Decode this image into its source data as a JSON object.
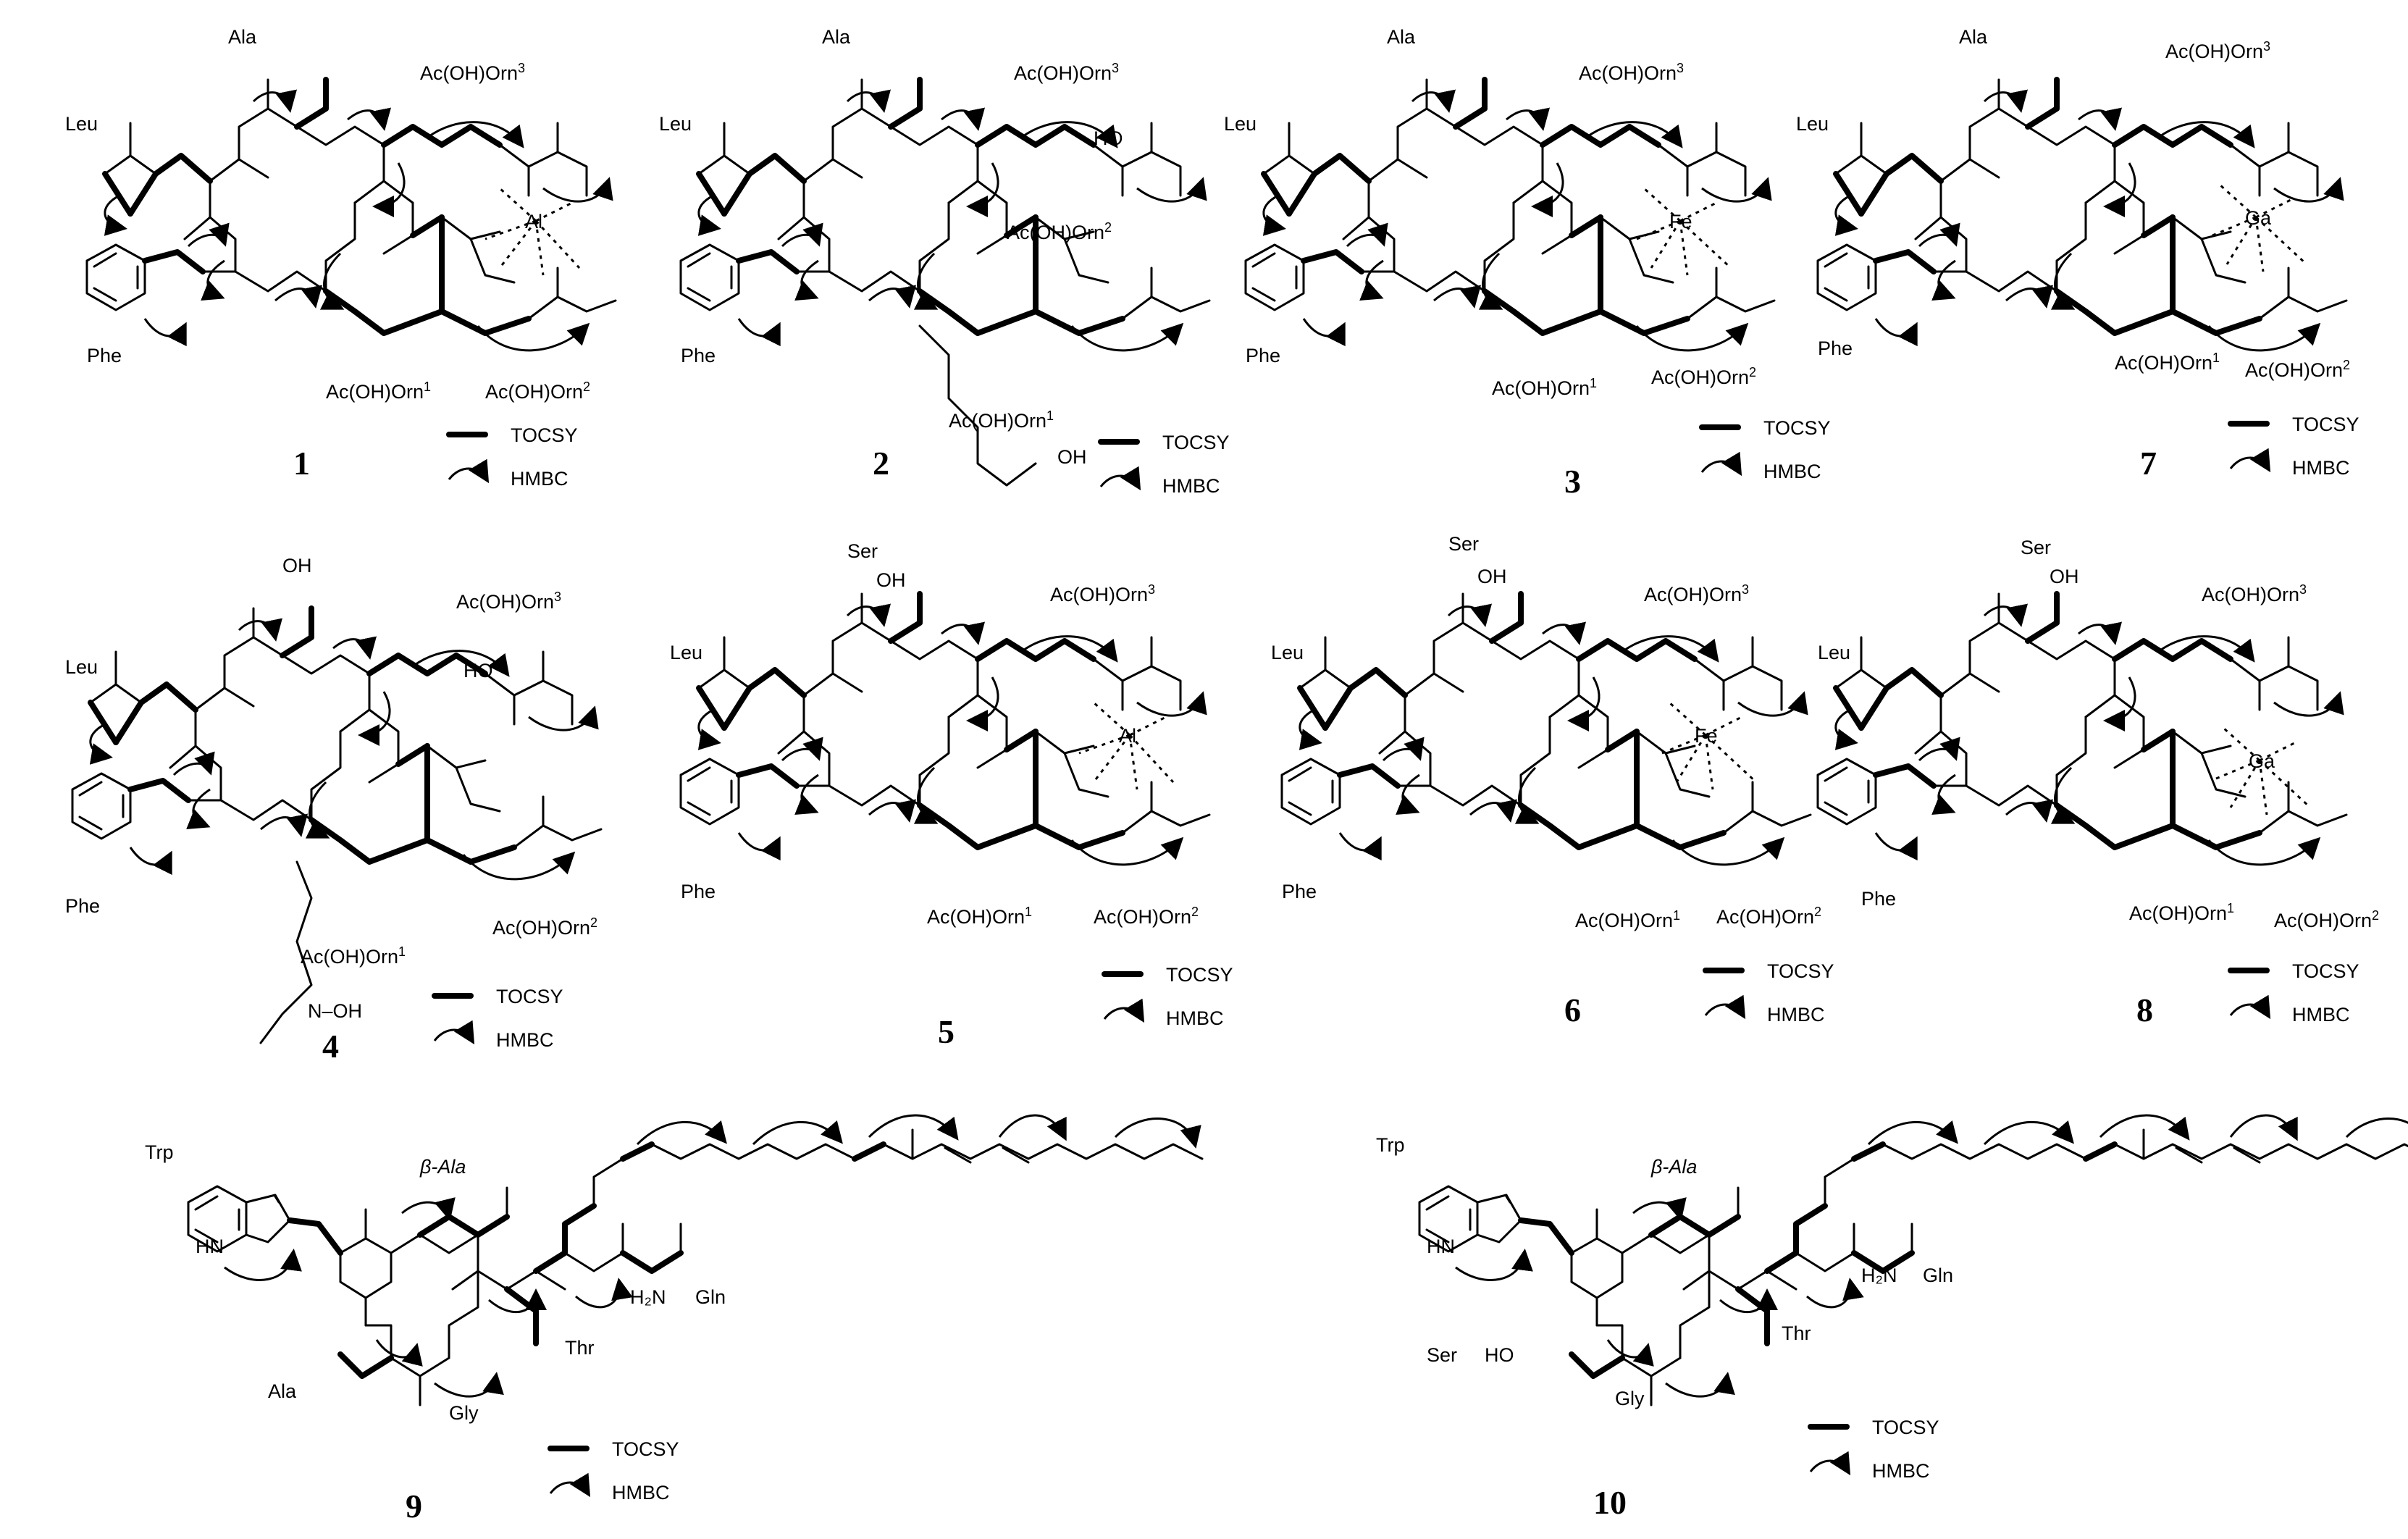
{
  "legend": {
    "tocsy": "TOCSY",
    "hmbc": "HMBC"
  },
  "panels": [
    {
      "id": "p1",
      "number": "1",
      "metal": "Al",
      "residue_top": "Ala",
      "labels": {
        "res_left": "Leu",
        "res_phe": "Phe",
        "orn1": "Ac(OH)Orn",
        "orn2": "Ac(OH)Orn",
        "orn3": "Ac(OH)Orn"
      }
    },
    {
      "id": "p2",
      "number": "2",
      "metal": "",
      "residue_top": "Ala",
      "labels": {
        "res_left": "Leu",
        "res_phe": "Phe",
        "orn1": "Ac(OH)Orn",
        "orn2": "Ac(OH)Orn",
        "orn3": "Ac(OH)Orn",
        "oh": "OH",
        "hydroxyl": "HO"
      }
    },
    {
      "id": "p3",
      "number": "3",
      "metal": "Fe",
      "residue_top": "Ala",
      "labels": {
        "res_left": "Leu",
        "res_phe": "Phe",
        "orn1": "Ac(OH)Orn",
        "orn2": "Ac(OH)Orn",
        "orn3": "Ac(OH)Orn"
      }
    },
    {
      "id": "p7",
      "number": "7",
      "metal": "Ga",
      "residue_top": "Ala",
      "labels": {
        "res_left": "Leu",
        "res_phe": "Phe",
        "orn1": "Ac(OH)Orn",
        "orn2": "Ac(OH)Orn",
        "orn3": "Ac(OH)Orn"
      }
    },
    {
      "id": "p4",
      "number": "4",
      "metal": "",
      "residue_top": "",
      "labels": {
        "res_left": "Leu",
        "res_phe": "Phe",
        "orn1": "Ac(OH)Orn",
        "orn2": "Ac(OH)Orn",
        "orn3": "Ac(OH)Orn",
        "oh_top": "OH",
        "hydroxyl": "HO",
        "noh": "N–OH"
      }
    },
    {
      "id": "p5",
      "number": "5",
      "metal": "Al",
      "residue_top": "Ser",
      "labels": {
        "res_left": "Leu",
        "res_phe": "Phe",
        "orn1": "Ac(OH)Orn",
        "orn2": "Ac(OH)Orn",
        "orn3": "Ac(OH)Orn",
        "oh_top": "OH"
      }
    },
    {
      "id": "p6",
      "number": "6",
      "metal": "Fe",
      "residue_top": "Ser",
      "labels": {
        "res_left": "Leu",
        "res_phe": "Phe",
        "orn1": "Ac(OH)Orn",
        "orn2": "Ac(OH)Orn",
        "orn3": "Ac(OH)Orn",
        "oh_top": "OH"
      }
    },
    {
      "id": "p8",
      "number": "8",
      "metal": "Ga",
      "residue_top": "Ser",
      "labels": {
        "res_left": "Leu",
        "res_phe": "Phe",
        "orn1": "Ac(OH)Orn",
        "orn2": "Ac(OH)Orn",
        "orn3": "Ac(OH)Orn",
        "oh_top": "OH"
      }
    }
  ],
  "superscripts": {
    "orn1": "1",
    "orn2": "2",
    "orn3": "3"
  },
  "lipopeptides": [
    {
      "id": "p9",
      "number": "9",
      "labels": {
        "trp": "Trp",
        "bala": "β-Ala",
        "gln": "Gln",
        "thr": "Thr",
        "gly": "Gly",
        "ala": "Ala",
        "nh2": "H₂N",
        "hn": "HN"
      }
    },
    {
      "id": "p10",
      "number": "10",
      "labels": {
        "trp": "Trp",
        "bala": "β-Ala",
        "gln": "Gln",
        "thr": "Thr",
        "gly": "Gly",
        "ser": "Ser",
        "ho": "HO",
        "nh2": "H₂N",
        "hn": "HN"
      }
    }
  ],
  "atoms": {
    "O": "O",
    "N": "N",
    "H": "H"
  }
}
